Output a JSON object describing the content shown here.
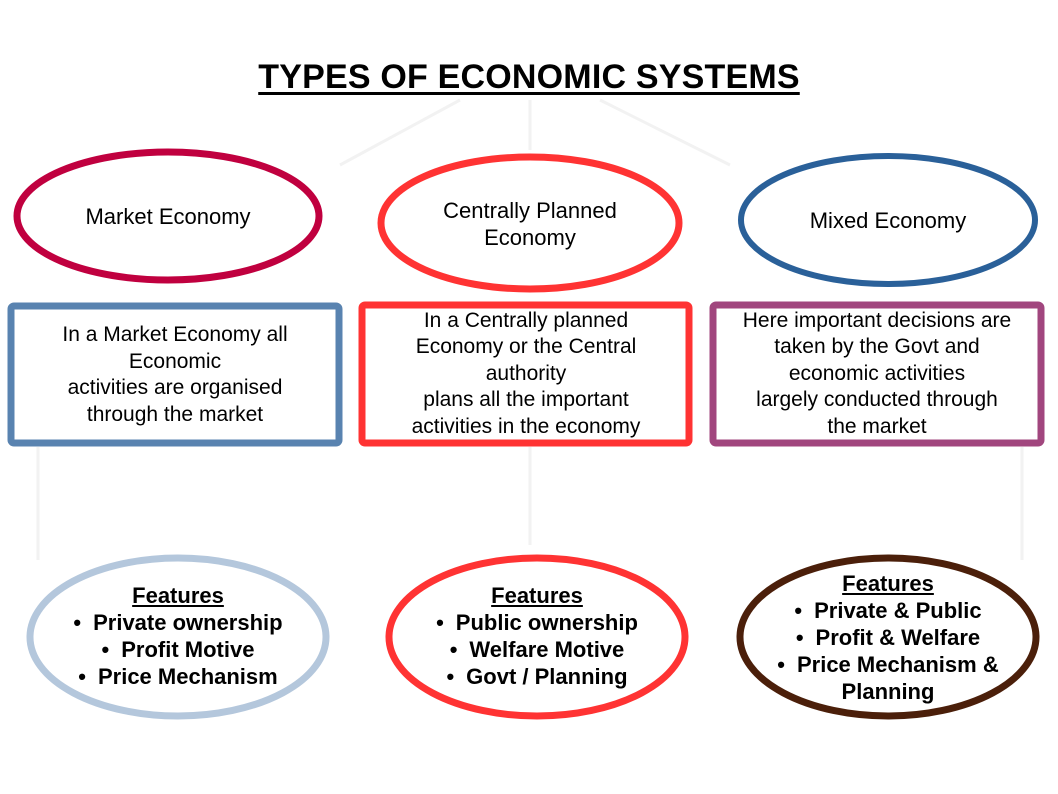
{
  "title": "TYPES OF ECONOMIC SYSTEMS",
  "colors": {
    "market": "#C0003F",
    "central": "#FF3333",
    "mixed": "#2A6099",
    "market_box": "#5983B0",
    "central_box": "#FF3333",
    "mixed_box": "#A1467E",
    "market_features": "#B4C7DC",
    "central_features": "#FF3333",
    "mixed_features": "#4B1F0A",
    "connector": "#F2F2F2"
  },
  "systems": [
    {
      "name": "Market Economy",
      "definition": "In a Market Economy all\nEconomic\nactivities are organised\nthrough the market",
      "features_heading": "Features",
      "features": [
        "Private ownership",
        "Profit Motive",
        "Price Mechanism"
      ]
    },
    {
      "name": "Centrally Planned\nEconomy",
      "definition": "In a Centrally planned\nEconomy or the Central\nauthority\nplans all the important\nactivities in the economy",
      "features_heading": "Features",
      "features": [
        "Public ownership",
        "Welfare Motive",
        "Govt / Planning"
      ]
    },
    {
      "name": "Mixed Economy",
      "definition": "Here important decisions are\ntaken by the Govt and\neconomic activities\nlargely conducted through\nthe market",
      "features_heading": "Features",
      "features": [
        "Private & Public",
        "Profit & Welfare",
        "Price Mechanism & Planning"
      ]
    }
  ]
}
